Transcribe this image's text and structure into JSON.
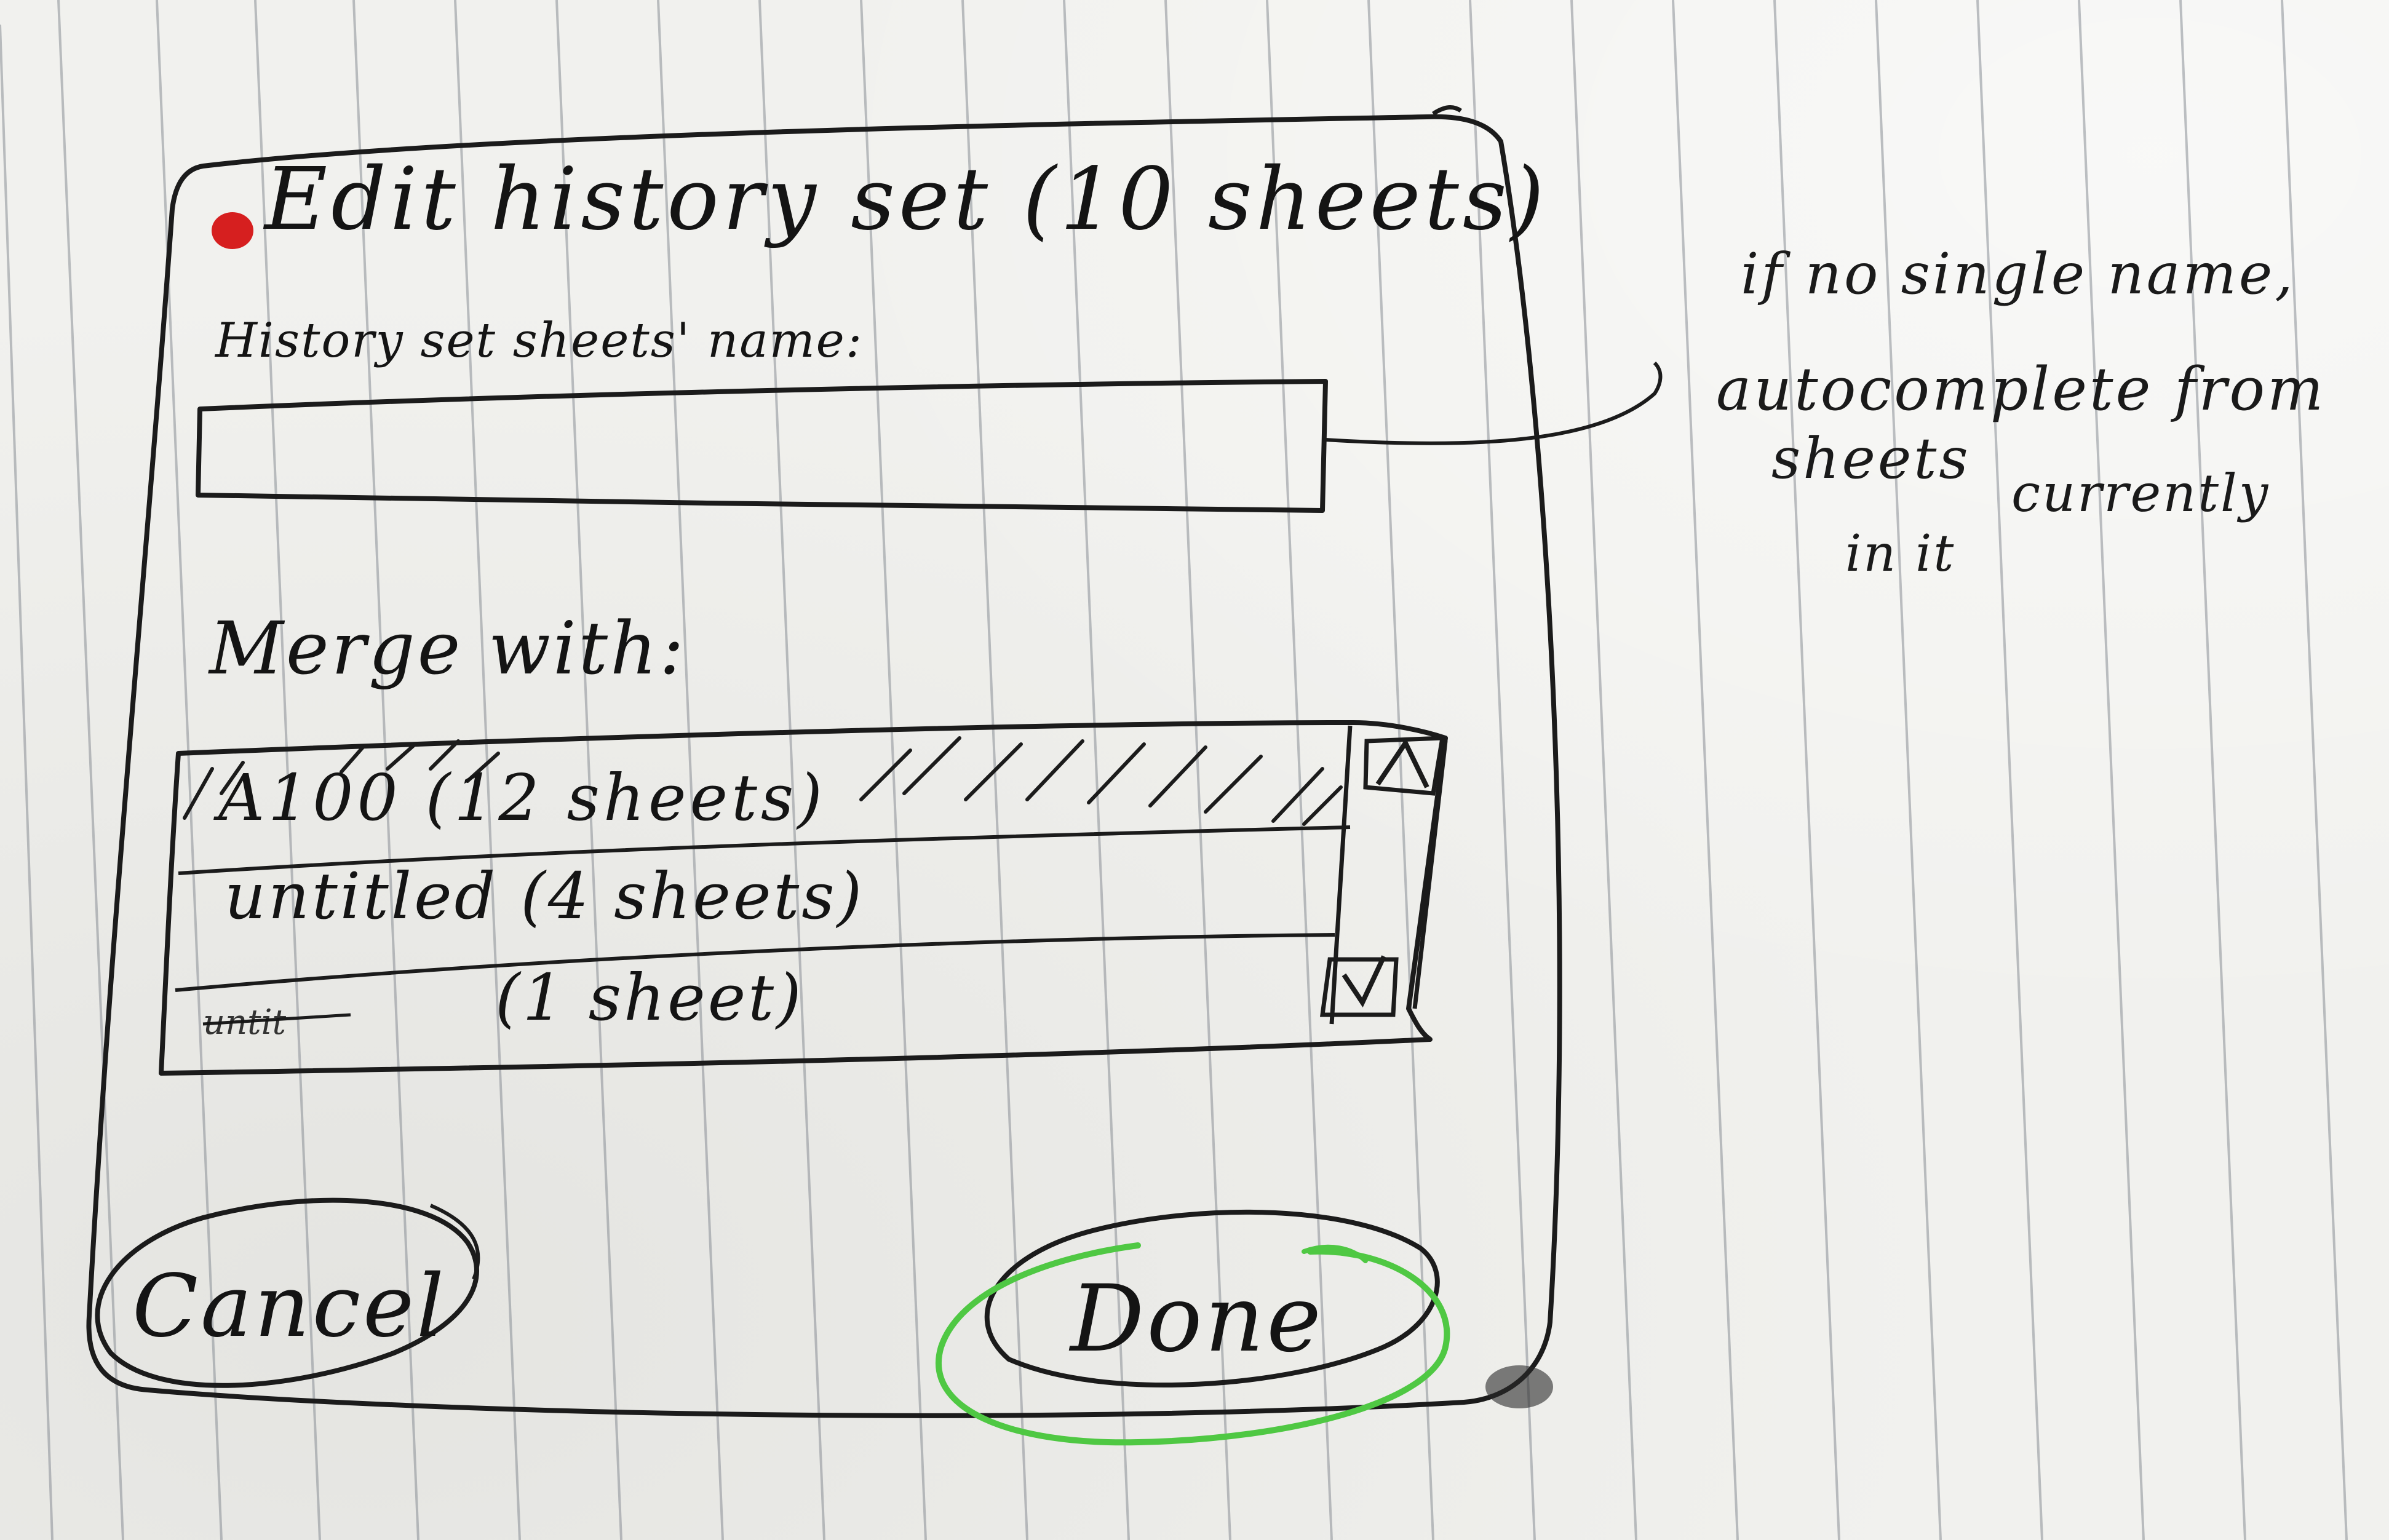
{
  "dialog": {
    "title": "Edit history set (10 sheets)",
    "field_label": "History set sheets' name:",
    "field_value": "",
    "merge_label": "Merge with:",
    "merge_items": [
      {
        "name": "A100",
        "count": "(12 sheets)",
        "selected": true
      },
      {
        "name": "untitled",
        "count": "(4 sheets)",
        "selected": false
      },
      {
        "name": "untit",
        "count": "(1 sheet)",
        "selected": false,
        "name_struck_out": true
      }
    ],
    "scroll_up_icon": "triangle-up-icon",
    "scroll_down_icon": "check-arrow-down-icon",
    "cancel_label": "Cancel",
    "done_label": "Done"
  },
  "annotation": {
    "lines": [
      "if no single name,",
      "autocomplete from",
      "sheets",
      "currently",
      "in it"
    ]
  },
  "colors": {
    "paper": "#f1f1ee",
    "ink": "#1b1b1b",
    "red_dot": "#d61f1f",
    "green_highlight": "#4fc843",
    "rule_line": "#8a8f96"
  }
}
